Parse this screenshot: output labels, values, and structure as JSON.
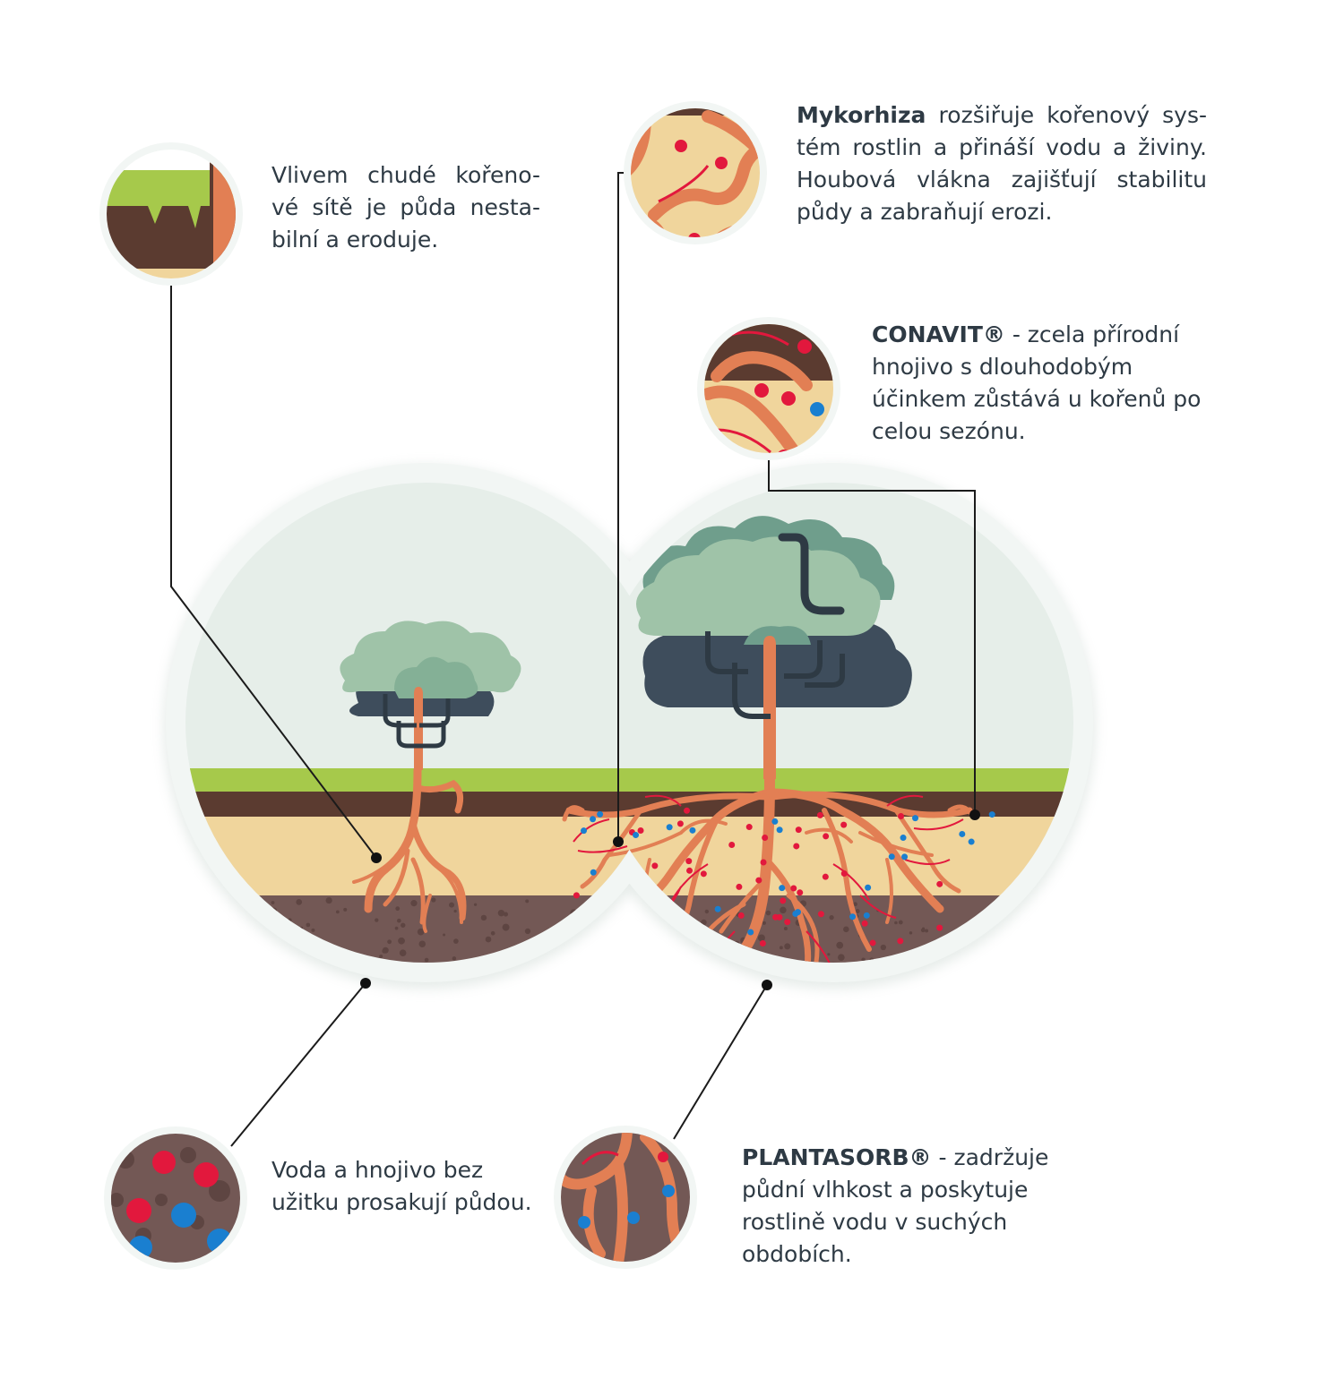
{
  "callouts": {
    "erosion": {
      "text": "Vlivem chudé kořeno-vé sítě je půda nesta-bilní a eroduje."
    },
    "mycorrhiza": {
      "bold": "Mykorhiza",
      "text": " rozšiřuje kořenový sys-tém rostlin a přináší vodu a živiny. Houbová vlákna zajišťují stabilitu půdy a zabraňují erozi."
    },
    "conavit": {
      "bold": "CONAVIT®",
      "text": " - zcela přírodní hnojivo s dlouhodobým účinkem zůstává u kořenů po celou sezónu."
    },
    "leaching": {
      "text": "Voda a hnojivo bez užitku prosakují půdou."
    },
    "plantasorb": {
      "bold": "PLANTASORB®",
      "text": " - zadržuje půdní vlhkost a poskytuje rostlině vodu v suchých obdobích."
    }
  },
  "icons": {
    "erosion": "eroded-soil-icon",
    "mycorrhiza": "mycorrhiza-roots-icon",
    "conavit": "fertilizer-granules-icon",
    "leaching": "leaching-soil-icon",
    "plantasorb": "moisture-roots-icon"
  },
  "colors": {
    "grass": "#a6c94b",
    "topsoil": "#5b3b30",
    "subsoil": "#f0d59c",
    "deep_soil": "#735855",
    "root": "#e27f54",
    "fertilizer_red": "#e2183d",
    "water_blue": "#1a7fd0",
    "sky": "#e6eee9",
    "foliage_light": "#9fc3a8",
    "foliage_mid": "#6f9e8c",
    "foliage_dark": "#3e4d5c",
    "text": "#2e3a44"
  }
}
